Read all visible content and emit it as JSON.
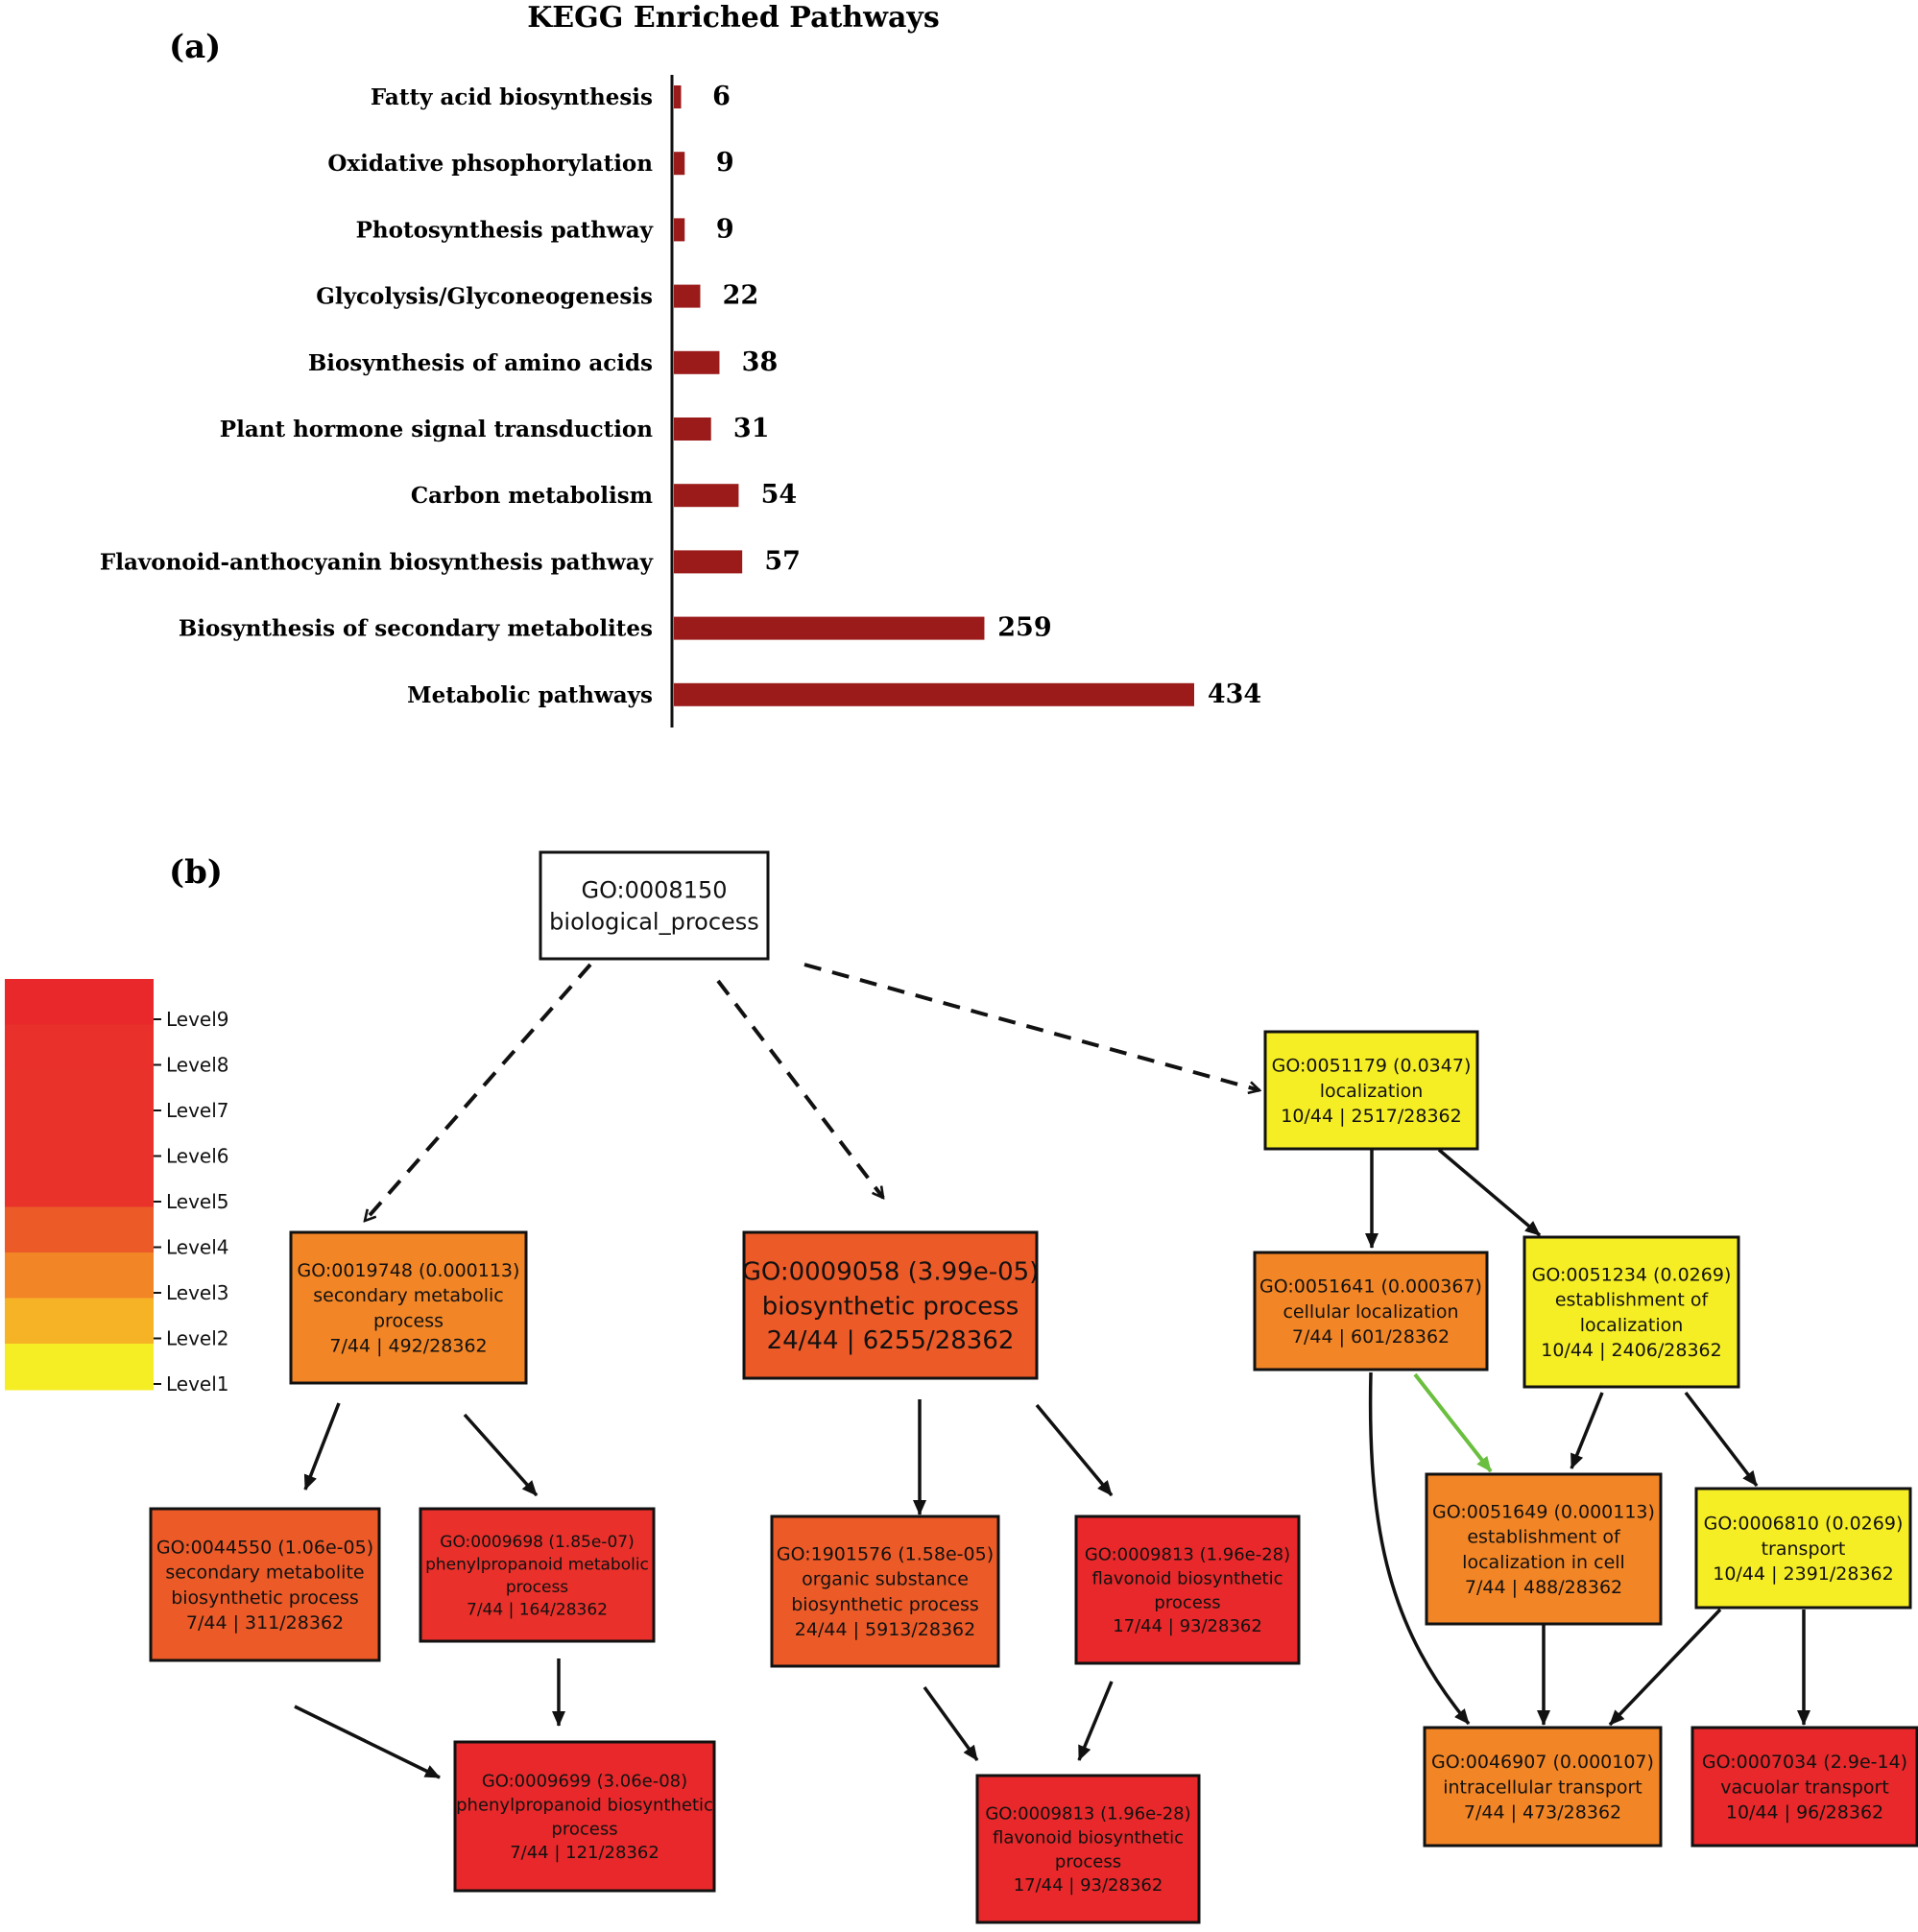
{
  "panel_a": {
    "label": "(a)",
    "chart_data": {
      "type": "bar",
      "orientation": "horizontal",
      "title": "KEGG Enriched Pathways",
      "categories": [
        "Fatty acid biosynthesis",
        "Oxidative phsophorylation",
        "Photosynthesis pathway",
        "Glycolysis/Glyconeogenesis",
        "Biosynthesis of amino acids",
        "Plant hormone signal transduction",
        "Carbon metabolism",
        "Flavonoid-anthocyanin biosynthesis pathway",
        "Biosynthesis of secondary metabolites",
        "Metabolic pathways"
      ],
      "values": [
        6,
        9,
        9,
        22,
        38,
        31,
        54,
        57,
        259,
        434
      ],
      "xlim": [
        0,
        434
      ],
      "bar_color": "#9b1b1b",
      "grid": false,
      "legend": "none"
    }
  },
  "panel_b": {
    "label": "(b)",
    "colors": {
      "level1": "#f6ee24",
      "level2": "#f6b325",
      "level3": "#f28526",
      "level4": "#ec5a28",
      "level5": "#e8322a",
      "level6": "#e8322a",
      "level7": "#e8322a",
      "level8": "#e9302a",
      "level9": "#e8282a",
      "root": "#ffffff",
      "edge_green": "#6abf3e"
    },
    "legend": [
      "Level9",
      "Level8",
      "Level7",
      "Level6",
      "Level5",
      "Level4",
      "Level3",
      "Level2",
      "Level1"
    ],
    "nodes": {
      "root": {
        "lines": [
          "GO:0008150",
          "biological_process"
        ]
      },
      "n19748": {
        "lines": [
          "GO:0019748 (0.000113)",
          "secondary metabolic",
          "process",
          "7/44 | 492/28362"
        ]
      },
      "n9058": {
        "lines": [
          "GO:0009058 (3.99e-05)",
          "biosynthetic process",
          "24/44 | 6255/28362"
        ]
      },
      "n51179": {
        "lines": [
          "GO:0051179 (0.0347)",
          "localization",
          "10/44 | 2517/28362"
        ]
      },
      "n51641": {
        "lines": [
          "GO:0051641 (0.000367)",
          "cellular localization",
          "7/44 | 601/28362"
        ]
      },
      "n51234": {
        "lines": [
          "GO:0051234 (0.0269)",
          "establishment of",
          "localization",
          "10/44 | 2406/28362"
        ]
      },
      "n44550": {
        "lines": [
          "GO:0044550 (1.06e-05)",
          "secondary metabolite",
          "biosynthetic process",
          "7/44 | 311/28362"
        ]
      },
      "n9698": {
        "lines": [
          "GO:0009698 (1.85e-07)",
          "phenylpropanoid metabolic",
          "process",
          "7/44 | 164/28362"
        ]
      },
      "n1901576": {
        "lines": [
          "GO:1901576 (1.58e-05)",
          "organic substance",
          "biosynthetic process",
          "24/44 | 5913/28362"
        ]
      },
      "n9813a": {
        "lines": [
          "GO:0009813 (1.96e-28)",
          "flavonoid biosynthetic",
          "process",
          "17/44 | 93/28362"
        ]
      },
      "n51649": {
        "lines": [
          "GO:0051649 (0.000113)",
          "establishment of",
          "localization in cell",
          "7/44 | 488/28362"
        ]
      },
      "n6810": {
        "lines": [
          "GO:0006810 (0.0269)",
          "transport",
          "10/44 | 2391/28362"
        ]
      },
      "n9699": {
        "lines": [
          "GO:0009699 (3.06e-08)",
          "phenylpropanoid biosynthetic",
          "process",
          "7/44 | 121/28362"
        ]
      },
      "n9813b": {
        "lines": [
          "GO:0009813 (1.96e-28)",
          "flavonoid biosynthetic",
          "process",
          "17/44 | 93/28362"
        ]
      },
      "n46907": {
        "lines": [
          "GO:0046907 (0.000107)",
          "intracellular transport",
          "7/44 | 473/28362"
        ]
      },
      "n7034": {
        "lines": [
          "GO:0007034 (2.9e-14)",
          "vacuolar transport",
          "10/44 | 96/28362"
        ]
      }
    }
  }
}
